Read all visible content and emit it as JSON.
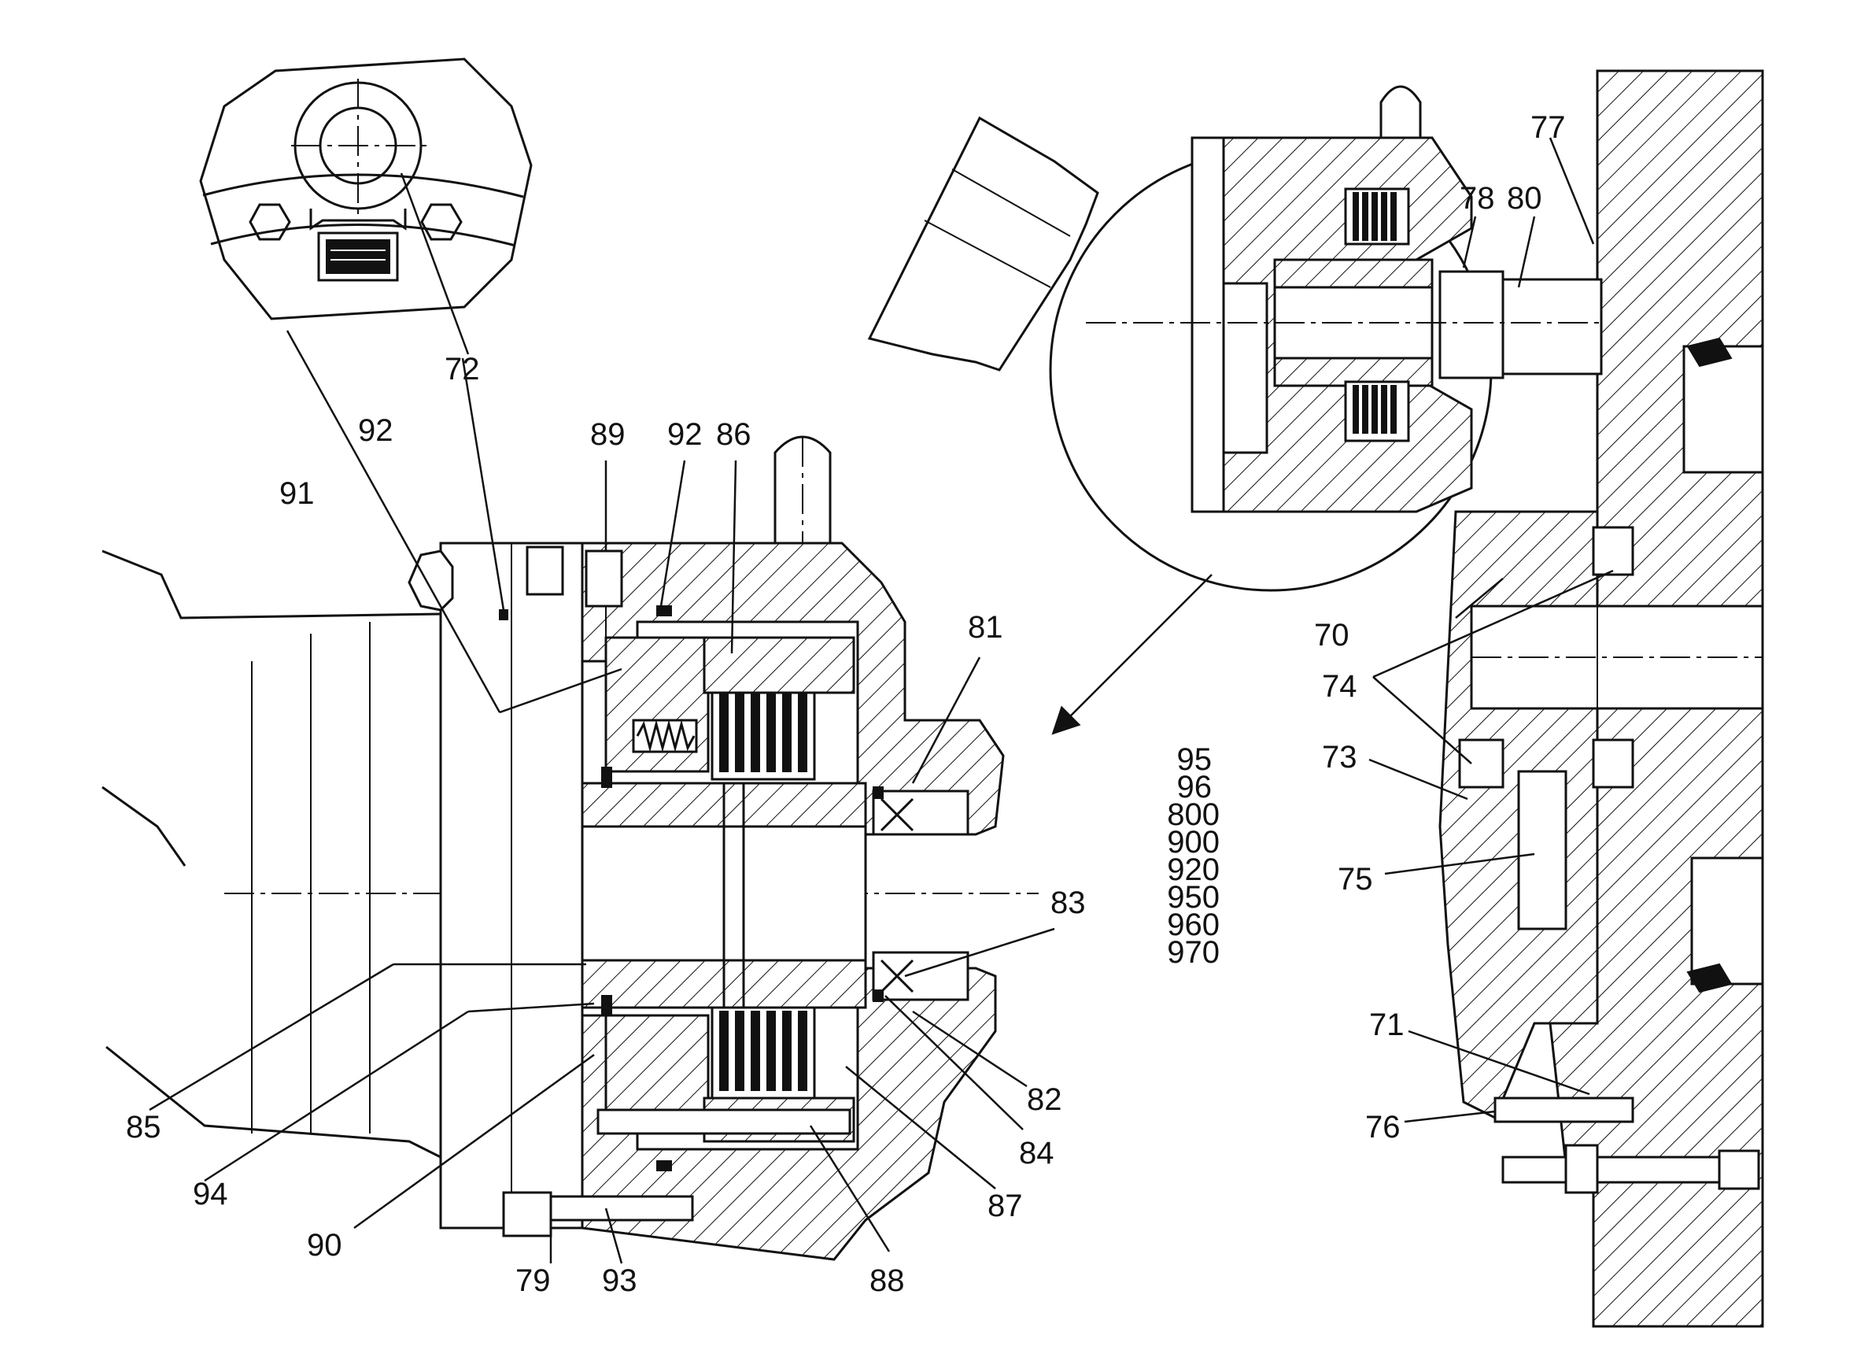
{
  "callouts": {
    "c70": "70",
    "c71": "71",
    "c72": "72",
    "c73": "73",
    "c74": "74",
    "c75": "75",
    "c76": "76",
    "c77": "77",
    "c78": "78",
    "c79": "79",
    "c80": "80",
    "c81": "81",
    "c82": "82",
    "c83": "83",
    "c84": "84",
    "c85": "85",
    "c86": "86",
    "c87": "87",
    "c88": "88",
    "c89": "89",
    "c90": "90",
    "c91": "91",
    "c92a": "92",
    "c92b": "92",
    "c93": "93",
    "c94": "94"
  },
  "parts_list": [
    "95",
    "96",
    "800",
    "900",
    "920",
    "950",
    "960",
    "970"
  ]
}
